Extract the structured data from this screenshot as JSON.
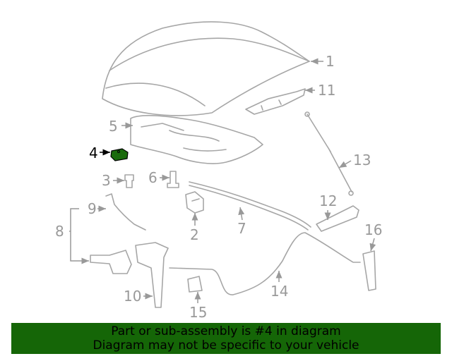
{
  "diagram": {
    "highlighted_part": "4",
    "highlight_color": "#1a6b0c",
    "labels": [
      "1",
      "2",
      "3",
      "4",
      "5",
      "6",
      "7",
      "8",
      "9",
      "10",
      "11",
      "12",
      "13",
      "14",
      "15",
      "16"
    ]
  },
  "banner": {
    "line1": "Part or sub-assembly is #4 in diagram",
    "line2": "Diagram may not be specific to your vehicle",
    "color": "#156607"
  }
}
